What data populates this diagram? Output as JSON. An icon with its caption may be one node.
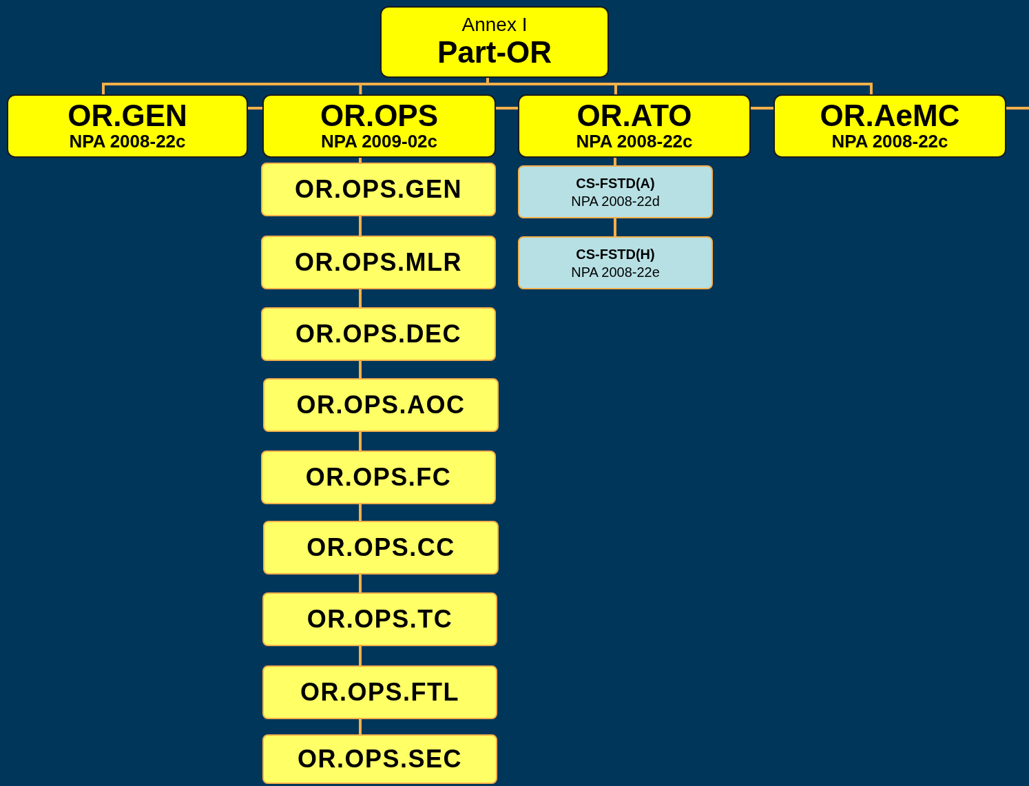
{
  "diagram": {
    "nodes": [
      {
        "text": [
          "Annex I",
          "Part-OR"
        ]
      },
      {
        "text": [
          "OR.GEN",
          "NPA 2008-22c"
        ]
      },
      {
        "text": [
          "OR.OPS",
          "NPA 2009-02c"
        ]
      },
      {
        "text": [
          "OR.ATO",
          "NPA 2008-22c"
        ]
      },
      {
        "text": [
          "OR.AeMC",
          "NPA 2008-22c"
        ]
      },
      {
        "text": [
          "OR.OPS.GEN"
        ]
      },
      {
        "text": [
          "OR.OPS.MLR"
        ]
      },
      {
        "text": [
          "OR.OPS.DEC"
        ]
      },
      {
        "text": [
          "OR.OPS.AOC"
        ]
      },
      {
        "text": [
          "OR.OPS.FC"
        ]
      },
      {
        "text": [
          "OR.OPS.CC"
        ]
      },
      {
        "text": [
          "OR.OPS.TC"
        ]
      },
      {
        "text": [
          "OR.OPS.FTL"
        ]
      },
      {
        "text": [
          "OR.OPS.SEC"
        ]
      },
      {
        "text": [
          "CS-FSTD(A)",
          "NPA 2008-22d"
        ]
      },
      {
        "text": [
          "CS-FSTD(H)",
          "NPA 2008-22e"
        ]
      }
    ],
    "edges": [
      {
        "from": 0,
        "to": 1,
        "arrow": "none"
      },
      {
        "from": 0,
        "to": 2,
        "arrow": "none"
      },
      {
        "from": 0,
        "to": 3,
        "arrow": "none"
      },
      {
        "from": 0,
        "to": 4,
        "arrow": "none"
      },
      {
        "from": 1,
        "to": 2,
        "arrow": "none"
      },
      {
        "from": 2,
        "to": 3,
        "arrow": "none"
      },
      {
        "from": 3,
        "to": 4,
        "arrow": "none"
      },
      {
        "from": 4,
        "to": null,
        "arrow": "none"
      },
      {
        "from": 2,
        "to": 5,
        "arrow": "none"
      },
      {
        "from": 5,
        "to": 6,
        "arrow": "none"
      },
      {
        "from": 6,
        "to": 7,
        "arrow": "none"
      },
      {
        "from": 7,
        "to": 8,
        "arrow": "none"
      },
      {
        "from": 8,
        "to": 9,
        "arrow": "none"
      },
      {
        "from": 9,
        "to": 10,
        "arrow": "none"
      },
      {
        "from": 10,
        "to": 11,
        "arrow": "none"
      },
      {
        "from": 11,
        "to": 12,
        "arrow": "none"
      },
      {
        "from": 12,
        "to": 13,
        "arrow": "none"
      },
      {
        "from": 3,
        "to": 14,
        "arrow": "none"
      },
      {
        "from": 14,
        "to": 15,
        "arrow": "none"
      }
    ]
  }
}
